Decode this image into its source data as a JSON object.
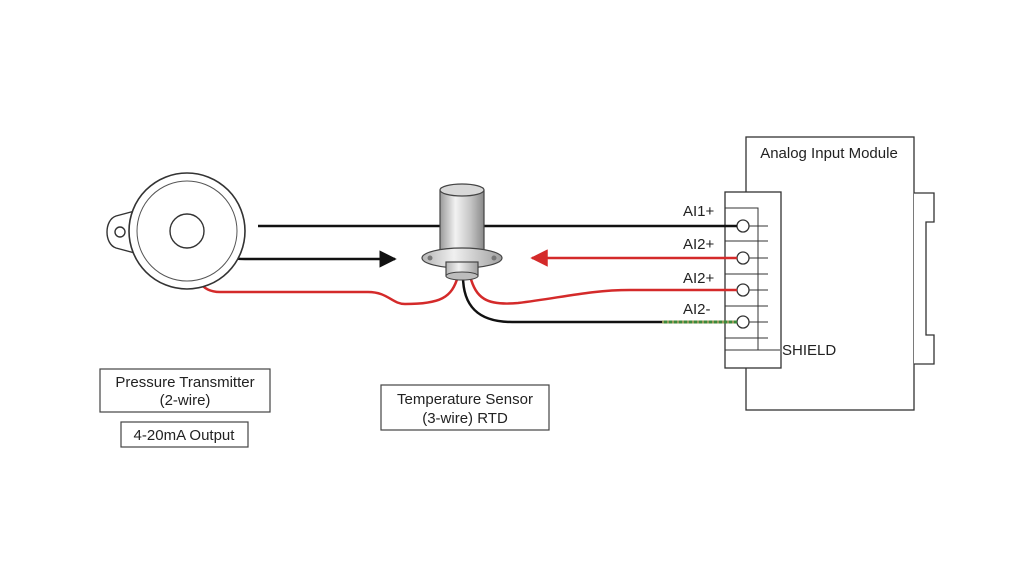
{
  "module": {
    "title": "Analog Input Module",
    "terminals": [
      {
        "label": "AI1+"
      },
      {
        "label": "AI2+"
      },
      {
        "label": "AI2+"
      },
      {
        "label": "AI2-"
      }
    ],
    "shield_label": "SHIELD"
  },
  "pressure_transmitter": {
    "name_line1": "Pressure Transmitter",
    "name_line2": "(2-wire)",
    "output_label": "4-20mA Output"
  },
  "temperature_sensor": {
    "name_line1": "Temperature Sensor",
    "name_line2": "(3-wire) RTD"
  },
  "colors": {
    "wire_black": "#111111",
    "wire_red": "#d42a2a",
    "wire_shield": "#3a8a3a",
    "outline": "#333333"
  }
}
